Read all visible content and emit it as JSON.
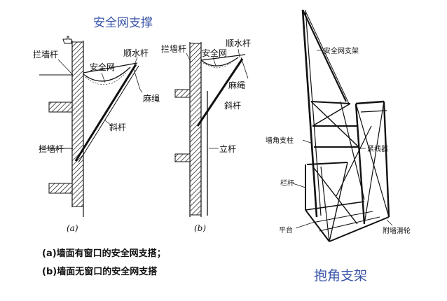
{
  "title_left": "安全网支撑",
  "title_right": "抱角支架",
  "fig_a": {
    "caption": "(a)",
    "labels": {
      "railing_bar": "拦墙杆",
      "safety_net": "安全网",
      "parallel_bar": "顺水杆",
      "hemp_rope": "麻绳",
      "diagonal_bar": "斜杆",
      "railing_bar_lower": "拦墙杆"
    }
  },
  "fig_b": {
    "caption": "(b)",
    "labels": {
      "railing_bar": "拦墙杆",
      "safety_net": "安全网",
      "parallel_bar": "顺水杆",
      "hemp_rope": "麻绳",
      "diagonal_bar": "斜杆",
      "vertical_bar": "立杆"
    }
  },
  "notes": [
    "(a)墙面有窗口的安全网支搭；",
    "(b)墙面无窗口的安全网支搭"
  ],
  "fig_c": {
    "labels": {
      "safety_net_frame": "安全网支架",
      "corner_post": "墙角支柱",
      "tensioner": "紧线器",
      "railing": "栏杆",
      "platform": "平台",
      "wall_pulley": "附墙滑轮"
    }
  },
  "colors": {
    "title": "#3a55a8",
    "line": "#111111"
  }
}
